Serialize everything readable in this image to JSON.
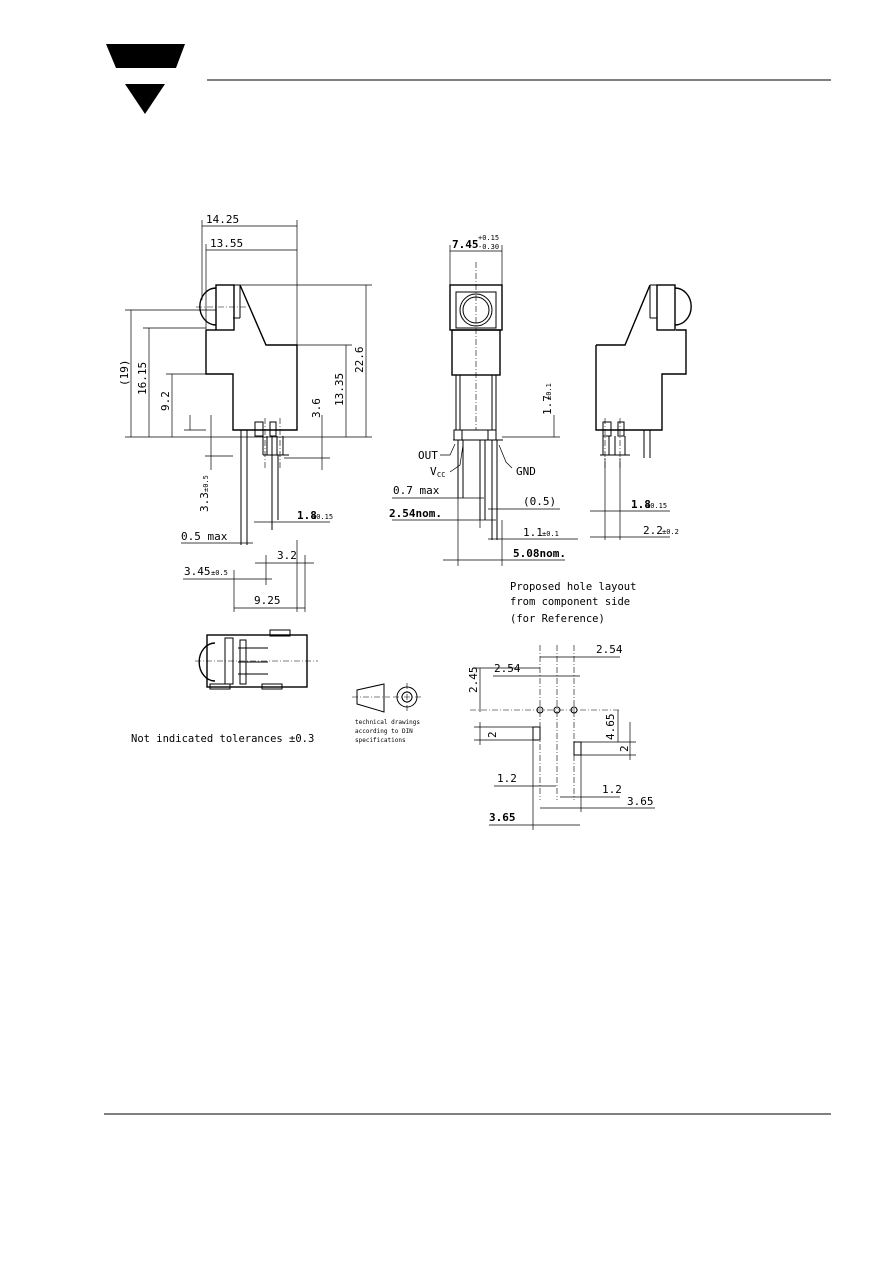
{
  "dimensions": {
    "left": {
      "w_14_25": "14.25",
      "w_13_55": "13.55",
      "h_19": "(19)",
      "h_16_15": "16.15",
      "h_9_2": "9.2",
      "h_3_6": "3.6",
      "h_13_35": "13.35",
      "h_22_6": "22.6",
      "h_3_3": "3.3",
      "tol_3_3": "±0.5",
      "w_1_8": "1.8",
      "tol_1_8": "±0.15",
      "w_0_5max": "0.5 max",
      "w_3_2": "3.2",
      "w_3_45": "3.45",
      "tol_3_45": "±0.5",
      "w_9_25": "9.25"
    },
    "middle": {
      "w_7_45": "7.45",
      "tol_7_45_plus": "+0.15",
      "tol_7_45_minus": "-0.30",
      "h_1_7": "1.7",
      "tol_1_7": "±0.1",
      "pin_out": "OUT",
      "pin_vcc": "V",
      "pin_vcc_sub": "CC",
      "pin_gnd": "GND",
      "w_0_7max": "0.7 max",
      "w_0_5": "(0.5)",
      "w_2_54nom": "2.54nom.",
      "w_1_1": "1.1",
      "tol_1_1": "±0.1",
      "w_5_08nom": "5.08nom."
    },
    "right": {
      "w_1_8": "1.8",
      "tol_1_8": "±0.15",
      "w_2_2": "2.2",
      "tol_2_2": "±0.2"
    }
  },
  "hole_layout": {
    "title_line1": "Proposed hole layout",
    "title_line2": "from component side",
    "title_line3": "(for Reference)",
    "d_2_54_left": "2.54",
    "d_2_54_right": "2.54",
    "d_2_45": "2.45",
    "d_4_65": "4.65",
    "d_2_left": "2",
    "d_2_right": "2",
    "d_1_2_left": "1.2",
    "d_1_2_right": "1.2",
    "d_3_65_left": "3.65",
    "d_3_65_right": "3.65"
  },
  "notes": {
    "tolerances": "Not indicated tolerances ±0.3",
    "din_line1": "technical drawings",
    "din_line2": "according to DIN",
    "din_line3": "specifications"
  }
}
